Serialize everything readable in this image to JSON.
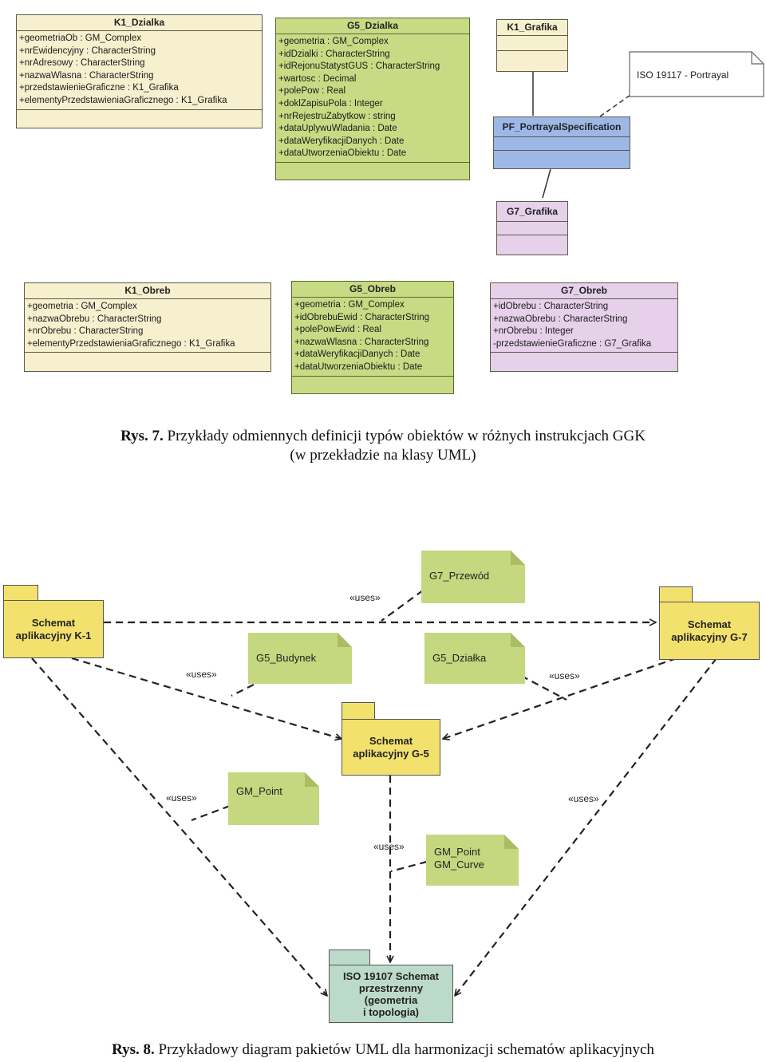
{
  "figure7": {
    "classes": {
      "k1_dzialka": {
        "name": "K1_Dzialka",
        "attributes": [
          "+geometriaOb : GM_Complex",
          "+nrEwidencyjny : CharacterString",
          "+nrAdresowy : CharacterString",
          "+nazwaWlasna : CharacterString",
          "+przedstawienieGraficzne : K1_Grafika",
          "+elementyPrzedstawieniaGraficznego : K1_Grafika"
        ]
      },
      "g5_dzialka": {
        "name": "G5_Dzialka",
        "attributes": [
          "+geometria : GM_Complex",
          "+idDzialki : CharacterString",
          "+idRejonuStatystGUS : CharacterString",
          "+wartosc : Decimal",
          "+polePow : Real",
          "+doklZapisuPola : Integer",
          "+nrRejestruZabytkow : string",
          "+dataUplywuWladania : Date",
          "+dataWeryfikacjiDanych : Date",
          "+dataUtworzeniaObiektu : Date"
        ]
      },
      "k1_grafika": {
        "name": "K1_Grafika",
        "attributes": []
      },
      "pf_portrayal": {
        "name": "PF_PortrayalSpecification",
        "attributes": []
      },
      "g7_grafika": {
        "name": "G7_Grafika",
        "attributes": []
      },
      "k1_obreb": {
        "name": "K1_Obreb",
        "attributes": [
          "+geometria : GM_Complex",
          "+nazwaObrebu : CharacterString",
          "+nrObrebu : CharacterString",
          "+elementyPrzedstawieniaGraficznego : K1_Grafika"
        ]
      },
      "g5_obreb": {
        "name": "G5_Obreb",
        "attributes": [
          "+geometria : GM_Complex",
          "+idObrebuEwid : CharacterString",
          "+polePowEwid : Real",
          "+nazwaWlasna : CharacterString",
          "+dataWeryfikacjiDanych : Date",
          "+dataUtworzeniaObiektu : Date"
        ]
      },
      "g7_obreb": {
        "name": "G7_Obreb",
        "attributes": [
          "+idObrebu : CharacterString",
          "+nazwaObrebu : CharacterString",
          "+nrObrebu : Integer",
          "-przedstawienieGraficzne : G7_Grafika"
        ]
      }
    },
    "note_iso": "ISO 19117 - Portrayal",
    "caption": {
      "label": "Rys. 7.",
      "line1": "Przykłady odmiennych definicji typów obiektów w różnych instrukcjach GGK",
      "line2": "(w przekładzie na klasy UML)"
    }
  },
  "figure8": {
    "packages": {
      "k1": {
        "line1": "Schemat",
        "line2": "aplikacyjny K-1"
      },
      "g7": {
        "line1": "Schemat",
        "line2": "aplikacyjny G-7"
      },
      "g5": {
        "line1": "Schemat",
        "line2": "aplikacyjny G-5"
      },
      "iso": {
        "line1": "ISO 19107 Schemat",
        "line2": "przestrzenny",
        "line3": "(geometria",
        "line4": "i topologia)"
      }
    },
    "notes": {
      "g7_przewod": "G7_Przewód",
      "g5_budynek": "G5_Budynek",
      "g5_dzialka": "G5_Działka",
      "gm_point": "GM_Point",
      "gm_point_curve_1": "GM_Point",
      "gm_point_curve_2": "GM_Curve"
    },
    "uses_label": "«uses»",
    "caption": {
      "label": "Rys. 8.",
      "text": "Przykładowy diagram pakietów UML dla harmonizacji schematów aplikacyjnych"
    }
  }
}
